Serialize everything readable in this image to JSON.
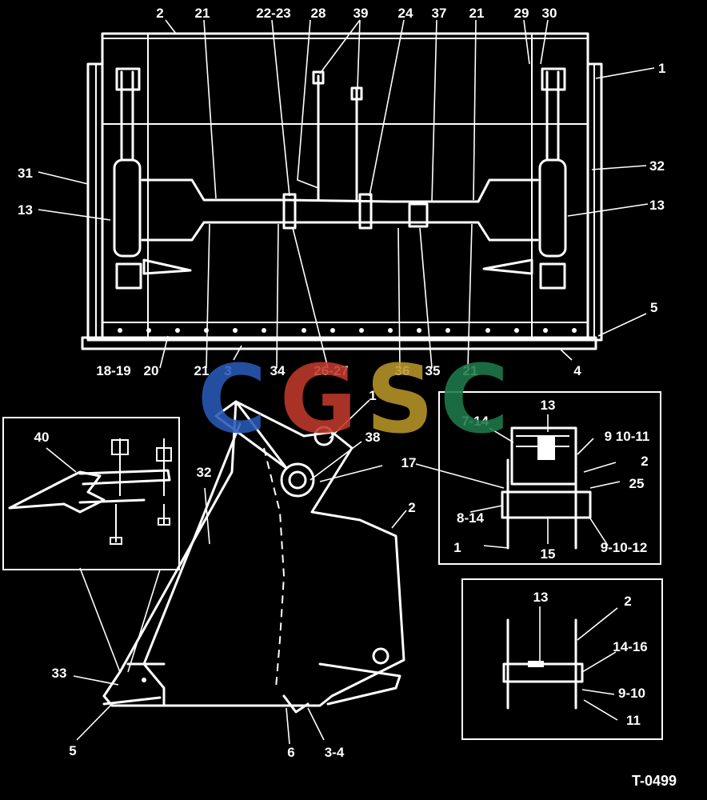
{
  "figure_id": "T-0499",
  "logo": {
    "letters": [
      {
        "char": "C",
        "color": "#2a5bb8"
      },
      {
        "char": "G",
        "color": "#c0392b"
      },
      {
        "char": "S",
        "color": "#b8962a"
      },
      {
        "char": "C",
        "color": "#1f7a4c"
      }
    ]
  },
  "callouts": {
    "top": [
      "2",
      "21",
      "22-23",
      "28",
      "39",
      "24",
      "37",
      "21",
      "29",
      "30"
    ],
    "right_side": [
      "1",
      "32",
      "13",
      "5"
    ],
    "left_side": [
      "31",
      "13"
    ],
    "bottom": [
      "18-19",
      "20",
      "21",
      "3",
      "34",
      "26-27",
      "36",
      "35",
      "21",
      "4"
    ],
    "side_view": [
      "1",
      "38",
      "17",
      "32",
      "2",
      "33",
      "5",
      "6",
      "3-4"
    ],
    "inset_tooth": [
      "40"
    ],
    "inset_pin_top": [
      "13",
      "7-14",
      "9 10-11",
      "2",
      "25",
      "8-14",
      "1",
      "15",
      "9-10-12"
    ],
    "inset_pin_bottom": [
      "13",
      "2",
      "14-16",
      "9-10",
      "11"
    ]
  }
}
